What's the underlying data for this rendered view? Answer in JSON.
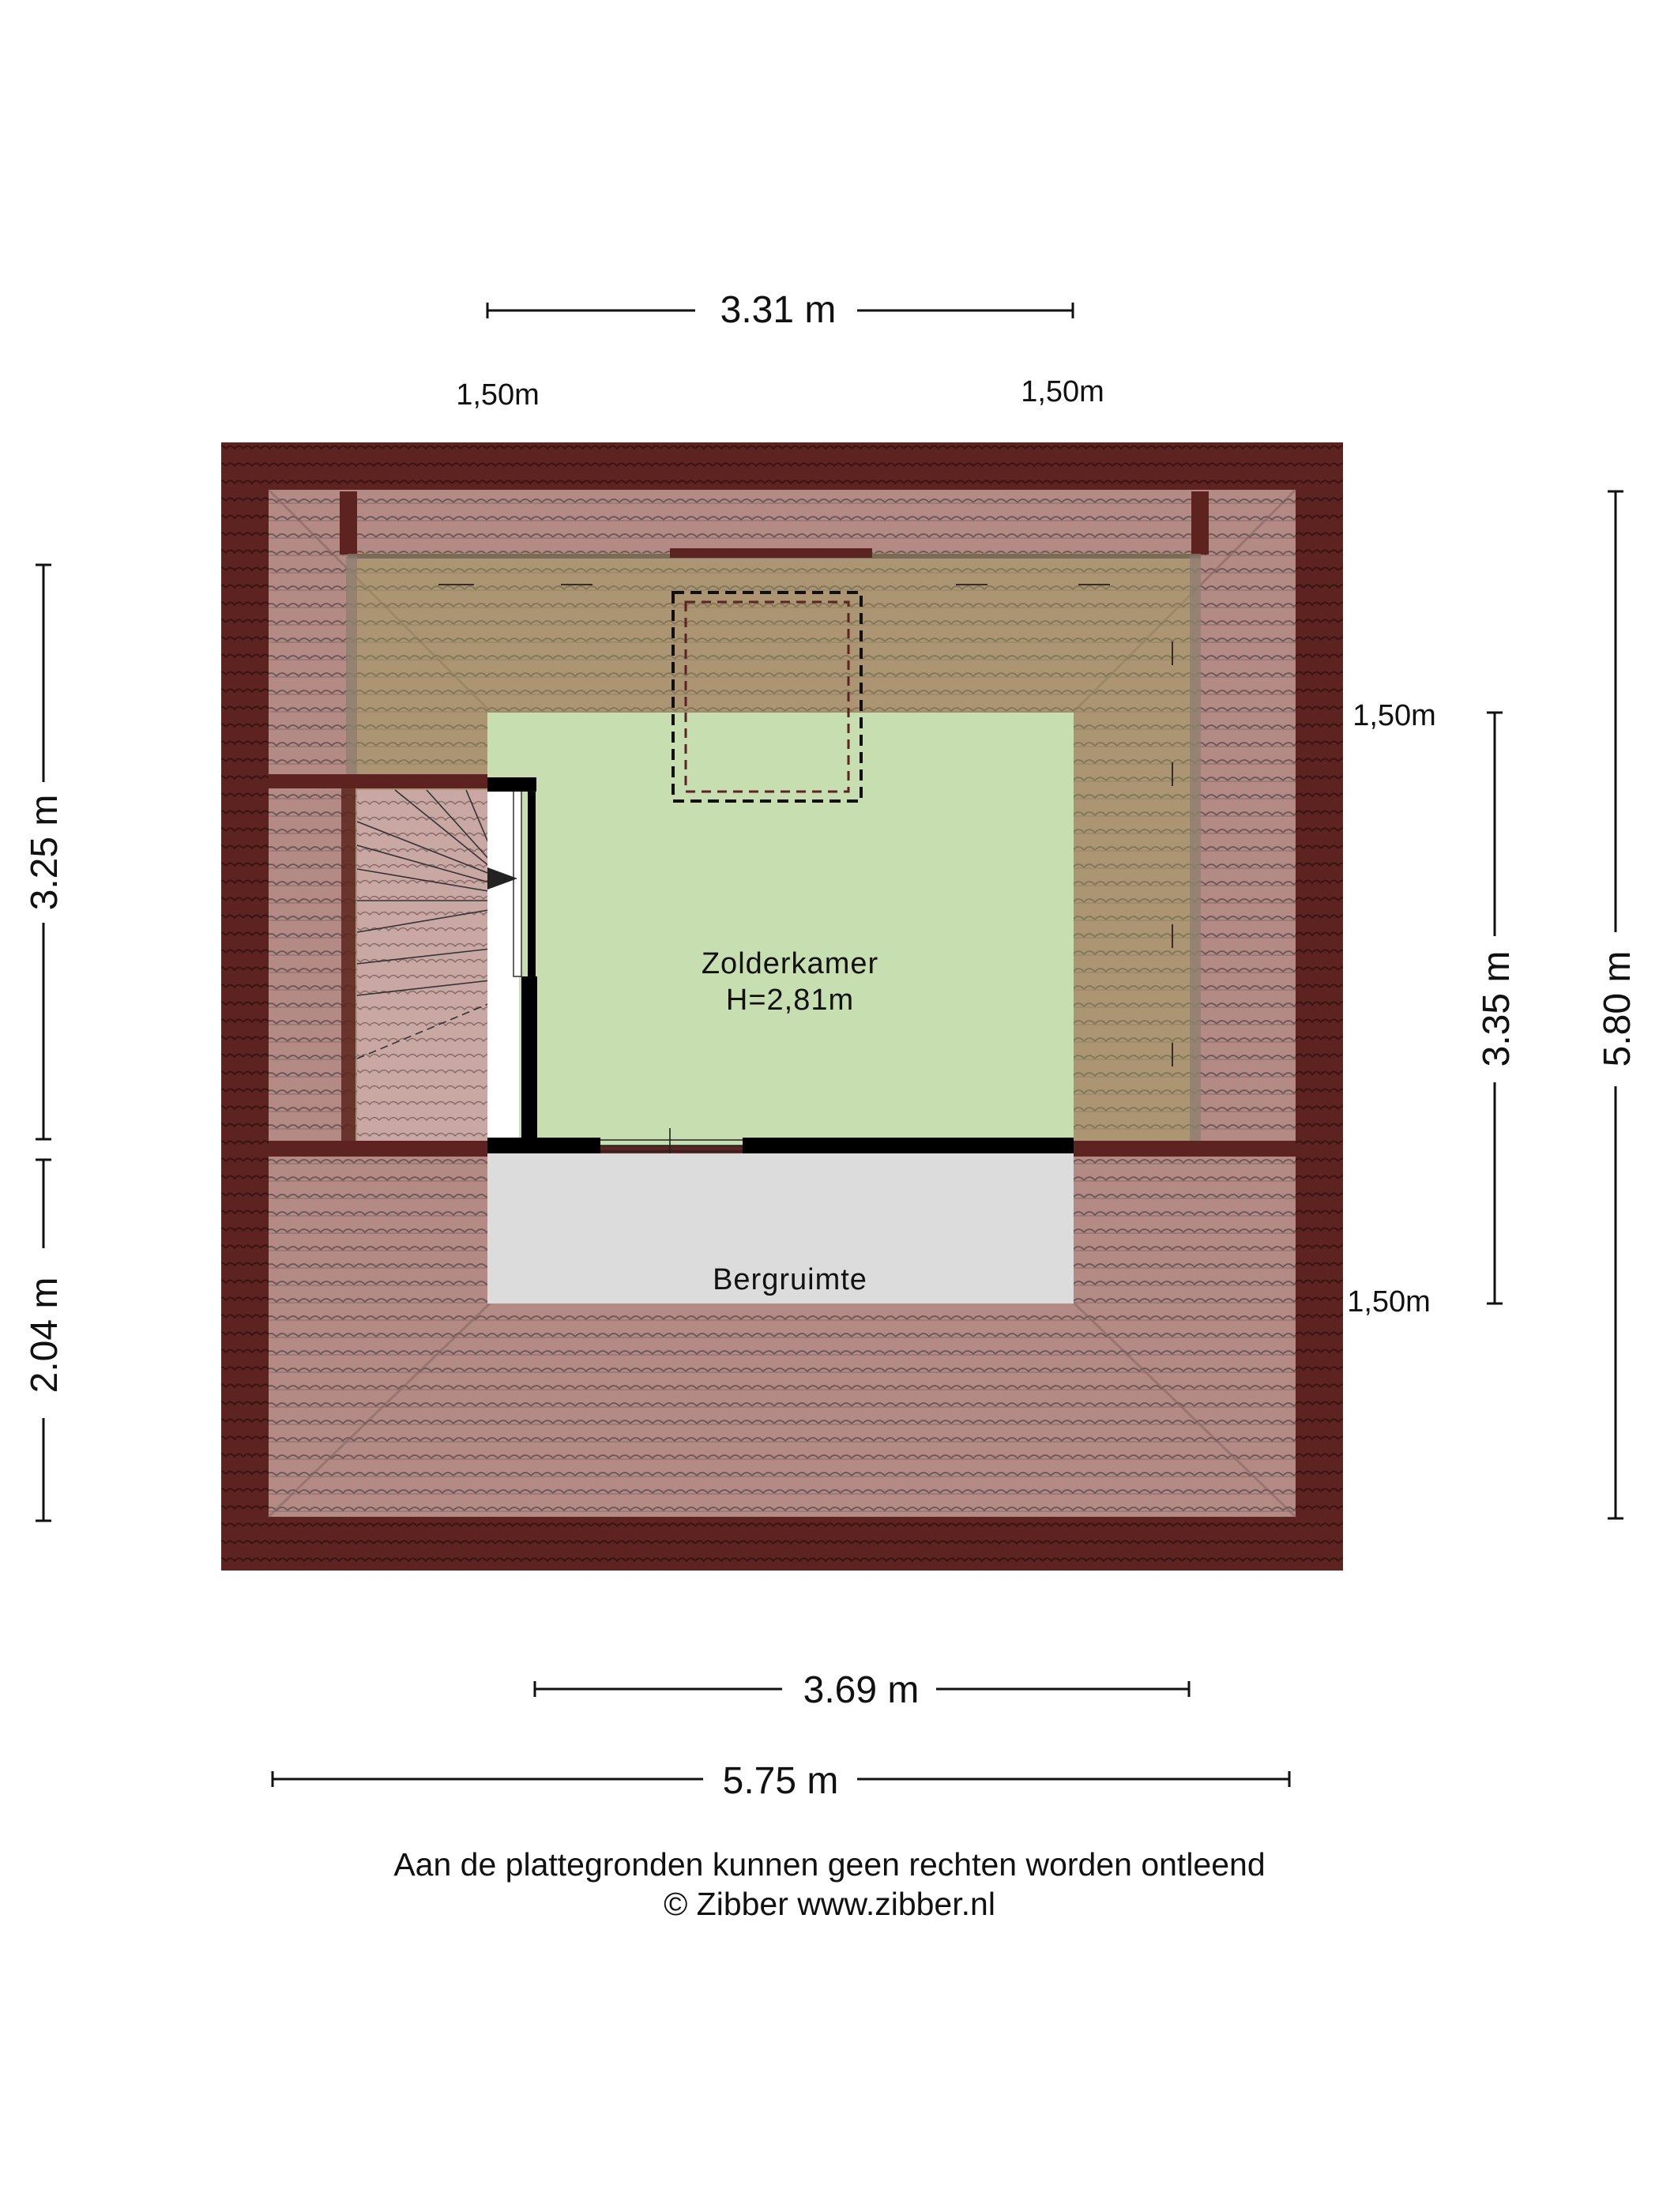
{
  "rooms": {
    "attic_room": {
      "name": "Zolderkamer",
      "height": "H=2,81m"
    },
    "storage": {
      "name": "Bergruimte"
    }
  },
  "dimensions": {
    "top_width": "3.31 m",
    "bottom_inner_width": "3.69 m",
    "bottom_total_width": "5.75 m",
    "left_upper": "3.25 m",
    "left_lower": "2.04 m",
    "right_inner": "3.35 m",
    "right_total": "5.80 m"
  },
  "roof_heights": {
    "top_left": "1,50m",
    "top_right": "1,50m",
    "right_upper": "1,50m",
    "right_lower": "1,50m"
  },
  "disclaimer": {
    "line1": "Aan de plattegronden kunnen geen rechten worden ontleend",
    "line2": "© Zibber www.zibber.nl"
  },
  "colors": {
    "roof_edge": "#5c2320",
    "roof_tiles": "#b38a84",
    "room_floor": "#c7dfb0",
    "storage_floor": "#dcdcdc",
    "walls": "#000000"
  }
}
